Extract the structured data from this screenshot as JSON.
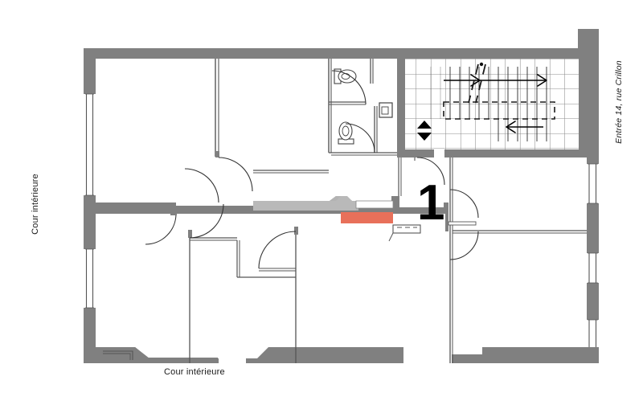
{
  "document": {
    "type": "architectural-floor-plan",
    "lot_number": "1",
    "background_color": "#ffffff"
  },
  "labels": {
    "courtyard_left": "Cour intérieure",
    "courtyard_bottom": "Cour intérieure",
    "entrance": "Entrée 14, rue Crillon"
  },
  "colors": {
    "structural_wall": "#808080",
    "partition_light": "#c9c9c9",
    "thin_line": "#555555",
    "highlight": "#e8705a",
    "numeral": "#000000",
    "stair_grid": "#8c8c8c",
    "background": "#ffffff"
  },
  "legend": {
    "highlight_meaning": "highlighted-partition",
    "elevator_symbol": "up-down-arrows",
    "stair_direction_up": "arrow-right",
    "stair_direction_down": "arrow-left"
  },
  "rooms": {
    "upper_left": "room-upper-left",
    "upper_mid": "room-upper-mid",
    "lower_left": "room-lower-left",
    "lower_mid_left": "room-lower-mid-left",
    "lower_mid_right": "room-lower-mid-right",
    "right_upper": "room-right-upper",
    "right_lower": "room-right-lower",
    "wc_upper": "wc-upper",
    "wc_lower": "wc-lower",
    "stairwell": "stairwell-landing"
  },
  "fixtures": {
    "toilet": "toilet-fixture",
    "sink": "sink-fixture",
    "wall_unit": "wall-mounted-unit",
    "kitchen_counter": "kitchen-counter"
  }
}
